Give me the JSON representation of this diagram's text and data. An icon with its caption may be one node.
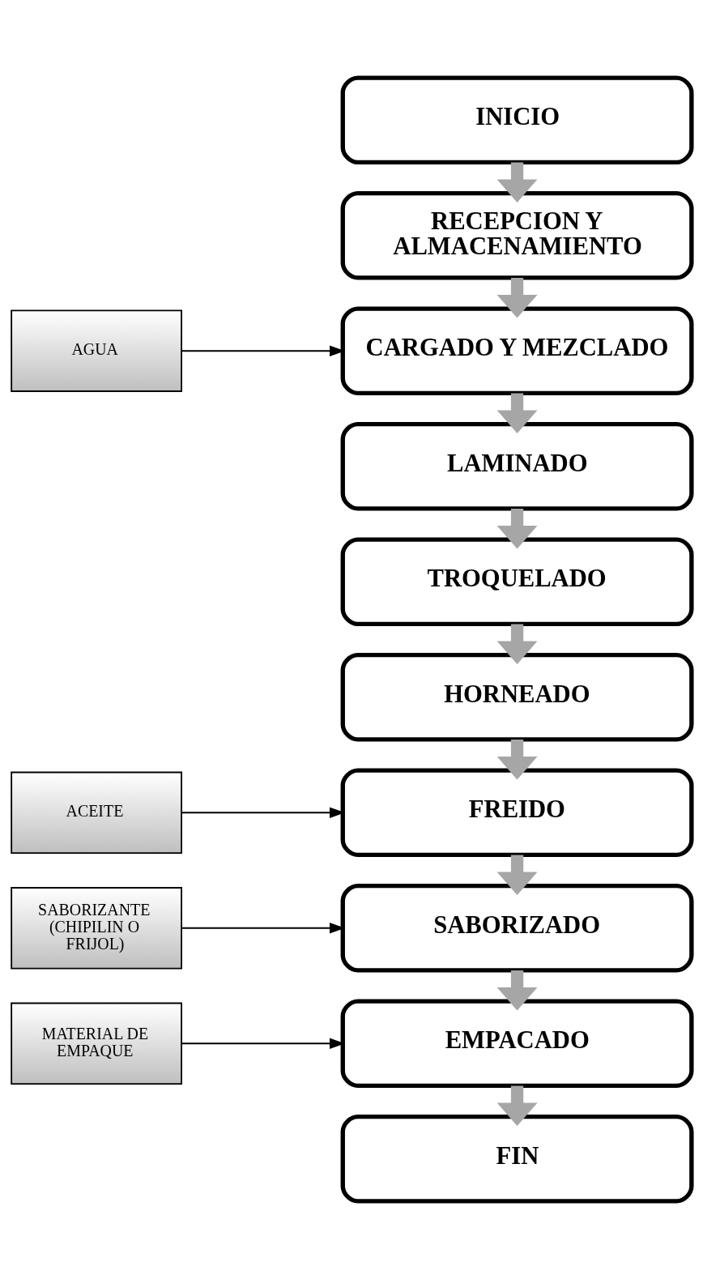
{
  "diagram": {
    "nodes": [
      {
        "text": [
          "INICIO"
        ]
      },
      {
        "text": [
          "RECEPCION Y ALMACENAMIENTO"
        ]
      },
      {
        "text": [
          "AGUA"
        ]
      },
      {
        "text": [
          "CARGADO Y MEZCLADO"
        ]
      },
      {
        "text": [
          "LAMINADO"
        ]
      },
      {
        "text": [
          "TROQUELADO"
        ]
      },
      {
        "text": [
          "HORNEADO"
        ]
      },
      {
        "text": [
          "ACEITE"
        ]
      },
      {
        "text": [
          "FREIDO"
        ]
      },
      {
        "text": [
          "SABORIZANTE (CHIPILIN O FRIJOL)"
        ]
      },
      {
        "text": [
          "SABORIZADO"
        ]
      },
      {
        "text": [
          "MATERIAL DE EMPAQUE"
        ]
      },
      {
        "text": [
          "EMPACADO"
        ]
      },
      {
        "text": [
          "FIN"
        ]
      }
    ],
    "edges": [
      {
        "from": 0,
        "to": 1,
        "arrow": "to"
      },
      {
        "from": 1,
        "to": 3,
        "arrow": "to"
      },
      {
        "from": 2,
        "to": 3,
        "arrow": "to",
        "color": "#000000"
      },
      {
        "from": 3,
        "to": 4,
        "arrow": "to"
      },
      {
        "from": 4,
        "to": 5,
        "arrow": "to"
      },
      {
        "from": 5,
        "to": 6,
        "arrow": "to"
      },
      {
        "from": 6,
        "to": 8,
        "arrow": "to"
      },
      {
        "from": 7,
        "to": 8,
        "arrow": "to",
        "color": "#000000"
      },
      {
        "from": 8,
        "to": 10,
        "arrow": "to"
      },
      {
        "from": 9,
        "to": 10,
        "arrow": "to",
        "color": "#000000"
      },
      {
        "from": 10,
        "to": 12,
        "arrow": "to"
      },
      {
        "from": 11,
        "to": 12,
        "arrow": "to",
        "color": "#000000"
      },
      {
        "from": 12,
        "to": 13,
        "arrow": "to"
      }
    ]
  }
}
